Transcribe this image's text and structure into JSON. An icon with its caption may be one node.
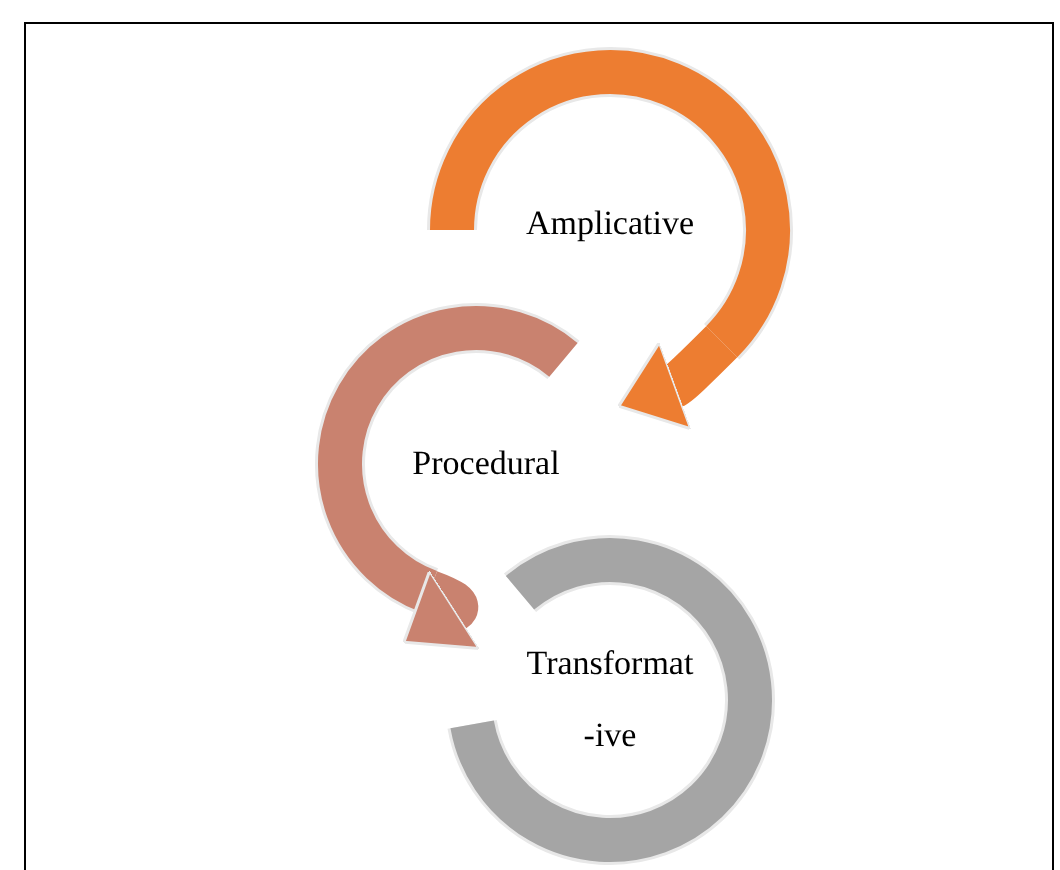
{
  "diagram": {
    "nodes": [
      {
        "text": [
          "Amplicative"
        ]
      },
      {
        "text": [
          "Procedural"
        ]
      },
      {
        "text": [
          "Transformat -ive"
        ]
      }
    ],
    "edges": [
      {
        "from": 0,
        "to": 1,
        "arrow": "to",
        "color": "#ed7d31"
      },
      {
        "from": 1,
        "to": 2,
        "arrow": "to",
        "color": "#c9826f"
      }
    ]
  }
}
